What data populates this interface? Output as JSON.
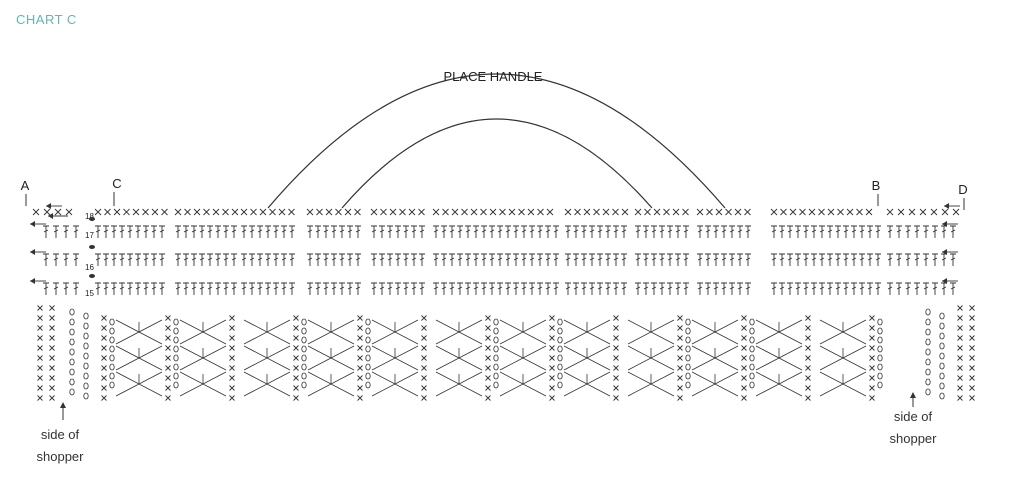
{
  "title": "CHART C",
  "handle_label": "PLACE HANDLE",
  "markers": {
    "a": "A",
    "b": "B",
    "c": "C",
    "d": "D"
  },
  "row_numbers": [
    "18",
    "17",
    "16",
    "15"
  ],
  "side_left": [
    "side of",
    "shopper"
  ],
  "side_right": [
    "side of",
    "shopper"
  ],
  "colors": {
    "title": "#5fb8b3",
    "ink": "#333333"
  },
  "stitch_icons": [
    "single-crochet-x",
    "double-crochet-t",
    "chain-oval",
    "slip-stitch-dot",
    "arrow"
  ]
}
